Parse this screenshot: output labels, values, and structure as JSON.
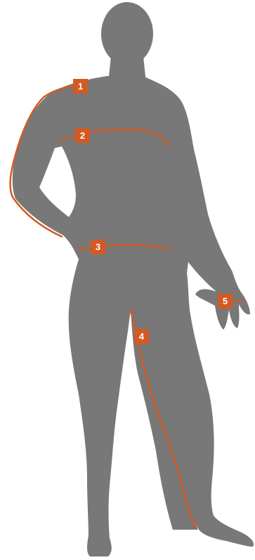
{
  "colors": {
    "figure": "#787878",
    "measure_line": "#d35a22",
    "marker_bg": "#d35a22",
    "marker_text": "#ffffff"
  },
  "markers": [
    {
      "id": "1",
      "label": "1"
    },
    {
      "id": "2",
      "label": "2"
    },
    {
      "id": "3",
      "label": "3"
    },
    {
      "id": "4",
      "label": "4"
    },
    {
      "id": "5",
      "label": "5"
    }
  ]
}
